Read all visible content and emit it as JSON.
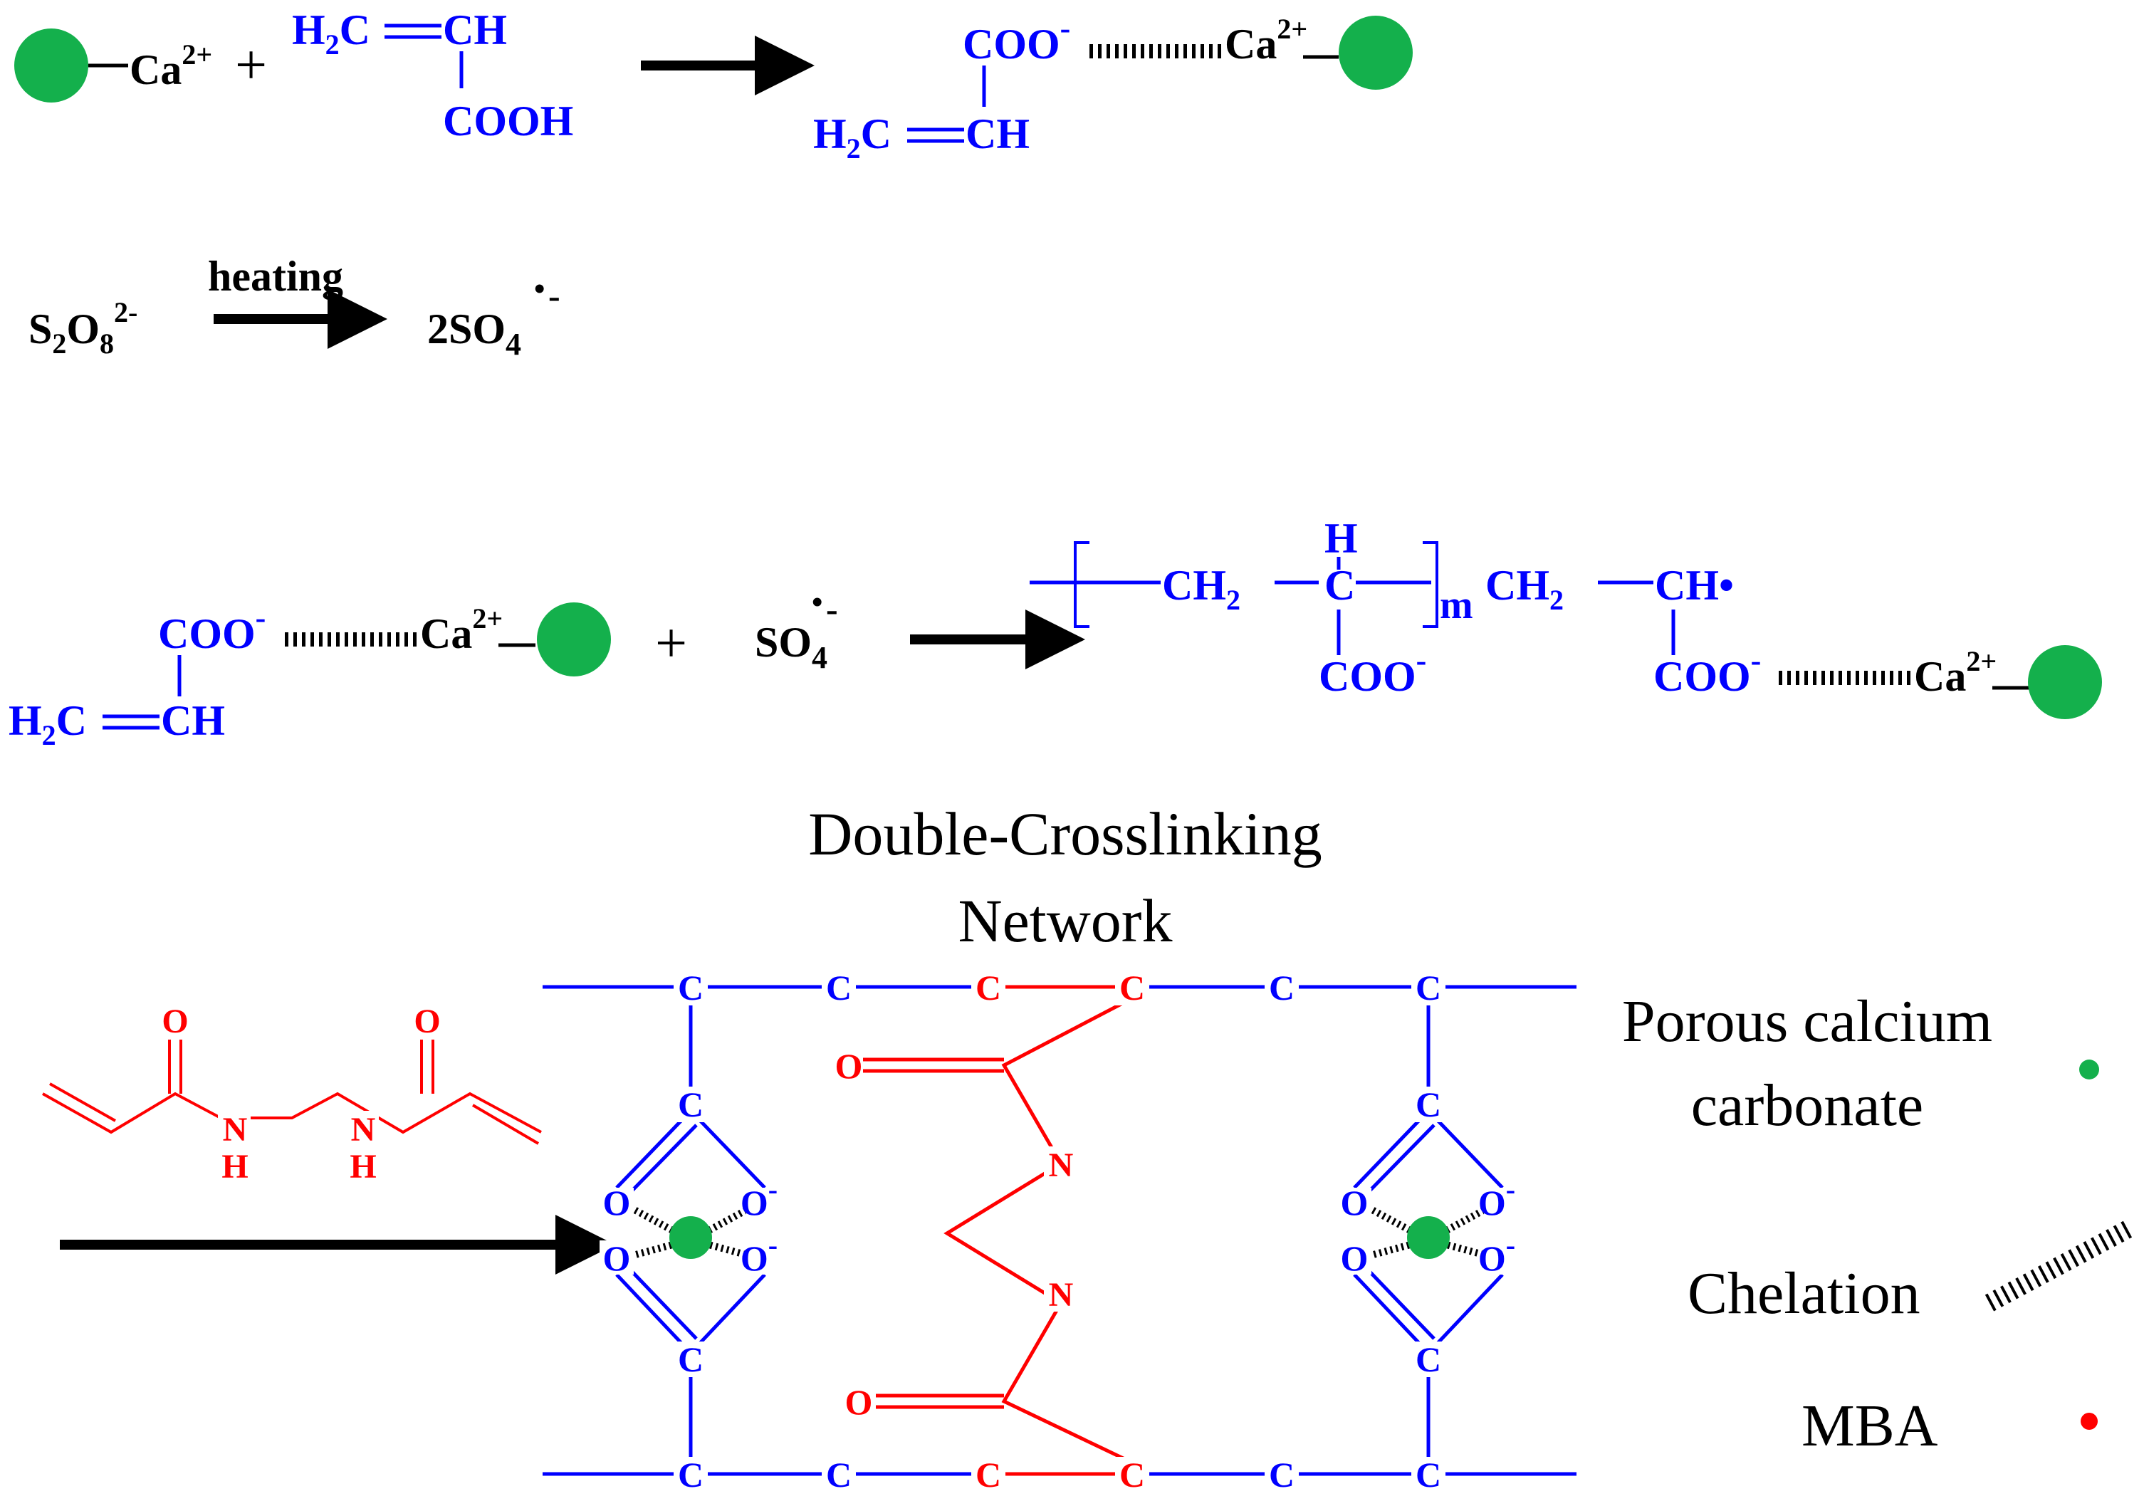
{
  "colors": {
    "calcium_particle": "#14b04c",
    "polymer": "#0000ff",
    "crosslinker": "#ff0000",
    "reaction_arrow": "#000000",
    "text": "#000000"
  },
  "reaction_1": {
    "reactant_calcium": "Ca",
    "reactant_calcium_charge": "2+",
    "plus": "+",
    "monomer_ch2": "H",
    "monomer_ch2_sub": "2",
    "monomer_ch2_c": "C",
    "monomer_ch": "CH",
    "monomer_acid": "COOH",
    "product_carboxylate": "COO",
    "product_carboxylate_charge": "-",
    "product_calcium": "Ca",
    "product_calcium_charge": "2+",
    "product_vinyl_h": "H",
    "product_vinyl_sub": "2",
    "product_vinyl_c": "C",
    "product_vinyl_ch": "CH"
  },
  "reaction_2": {
    "persulfate_s": "S",
    "persulfate_s_sub": "2",
    "persulfate_o": "O",
    "persulfate_o_sub": "8",
    "persulfate_charge": "2-",
    "condition": "heating",
    "radical_coefficient": "2SO",
    "radical_sub": "4",
    "radical_dot": "•",
    "radical_charge": "-"
  },
  "reaction_3": {
    "reactant_carboxylate": "COO",
    "reactant_carboxylate_charge": "-",
    "reactant_calcium": "Ca",
    "reactant_calcium_charge": "2+",
    "reactant_vinyl_h": "H",
    "reactant_vinyl_sub": "2",
    "reactant_vinyl_c": "C",
    "reactant_vinyl_ch": "CH",
    "plus": "+",
    "radical": "SO",
    "radical_sub": "4",
    "radical_dot": "•",
    "radical_charge": "-",
    "chain_ch2_a": "CH",
    "chain_ch2_a_sub": "2",
    "chain_h": "H",
    "chain_c": "C",
    "chain_repeat": "m",
    "chain_ch2_b": "CH",
    "chain_ch2_b_sub": "2",
    "chain_ch_radical": "CH•",
    "chain_coo_1": "COO",
    "chain_coo_1_charge": "-",
    "chain_coo_2": "COO",
    "chain_coo_2_charge": "-",
    "chain_calcium": "Ca",
    "chain_calcium_charge": "2+"
  },
  "network": {
    "title_line1": "Double-Crosslinking",
    "title_line2": "Network",
    "carbon": "C",
    "oxygen": "O",
    "oxygen_anion": "O",
    "anion_charge": "-",
    "nitrogen": "N",
    "hydrogen": "H"
  },
  "legend": {
    "calcium_label_line1": "Porous calcium",
    "calcium_label_line2": "carbonate",
    "chelation_label": "Chelation",
    "mba_label": "MBA"
  }
}
